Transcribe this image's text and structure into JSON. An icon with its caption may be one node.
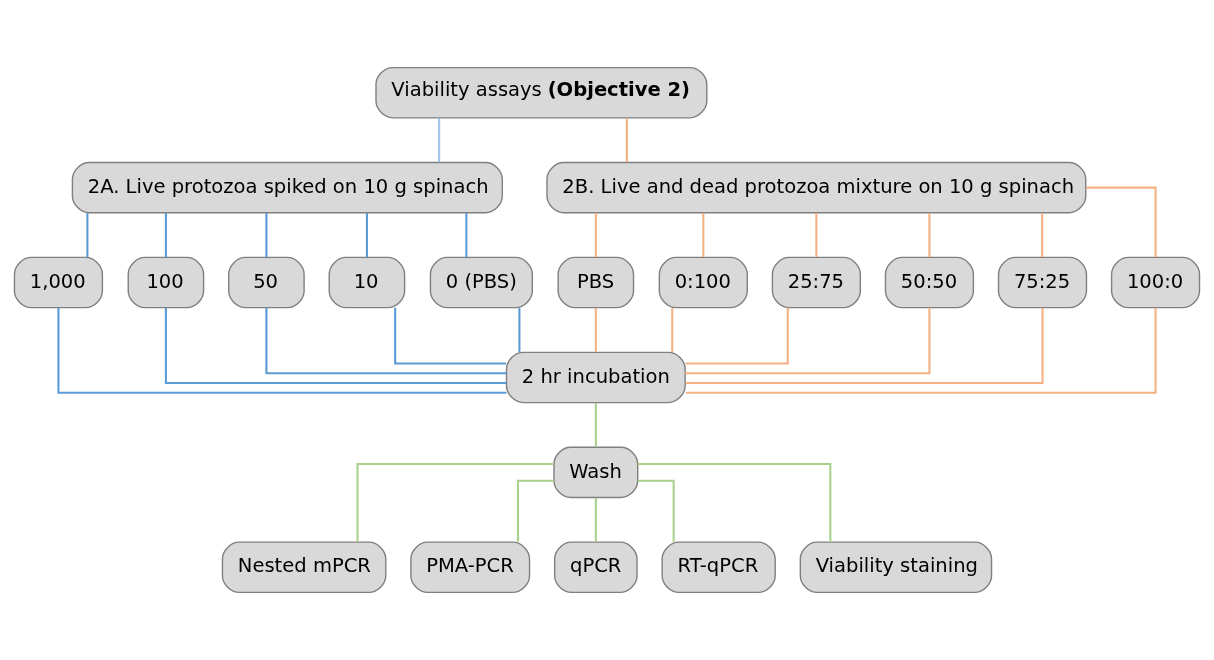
{
  "diagram": {
    "nodes": [
      {
        "text": [
          "Viability assays **(Objective 2)**"
        ]
      },
      {
        "text": [
          "2A. Live protozoa spiked on 10 g spinach"
        ]
      },
      {
        "text": [
          "2B. Live and dead protozoa mixture on 10 g spinach"
        ]
      },
      {
        "text": [
          "1,000"
        ]
      },
      {
        "text": [
          "100"
        ]
      },
      {
        "text": [
          "50"
        ]
      },
      {
        "text": [
          "10"
        ]
      },
      {
        "text": [
          "0 (PBS)"
        ]
      },
      {
        "text": [
          "PBS"
        ]
      },
      {
        "text": [
          "0:100"
        ]
      },
      {
        "text": [
          "25:75"
        ]
      },
      {
        "text": [
          "50:50"
        ]
      },
      {
        "text": [
          "75:25"
        ]
      },
      {
        "text": [
          "100:0"
        ]
      },
      {
        "text": [
          "2 hr incubation"
        ]
      },
      {
        "text": [
          "Wash"
        ]
      },
      {
        "text": [
          "Nested mPCR"
        ]
      },
      {
        "text": [
          "PMA-PCR"
        ]
      },
      {
        "text": [
          "qPCR"
        ]
      },
      {
        "text": [
          "RT-qPCR"
        ]
      },
      {
        "text": [
          "Viability staining"
        ]
      }
    ],
    "edges": [
      {
        "from": 0,
        "to": 1,
        "arrow": "none",
        "color": "#9dc3e6"
      },
      {
        "from": 0,
        "to": 2,
        "arrow": "none",
        "color": "#f4b183"
      },
      {
        "from": 1,
        "to": 3,
        "arrow": "none",
        "color": "#5b9bd5"
      },
      {
        "from": 1,
        "to": 4,
        "arrow": "none",
        "color": "#5b9bd5"
      },
      {
        "from": 1,
        "to": 5,
        "arrow": "none",
        "color": "#5b9bd5"
      },
      {
        "from": 1,
        "to": 6,
        "arrow": "none",
        "color": "#5b9bd5"
      },
      {
        "from": 1,
        "to": 7,
        "arrow": "none",
        "color": "#5b9bd5"
      },
      {
        "from": 2,
        "to": 8,
        "arrow": "none",
        "color": "#f4b183"
      },
      {
        "from": 2,
        "to": 9,
        "arrow": "none",
        "color": "#f4b183"
      },
      {
        "from": 2,
        "to": 10,
        "arrow": "none",
        "color": "#f4b183"
      },
      {
        "from": 2,
        "to": 11,
        "arrow": "none",
        "color": "#f4b183"
      },
      {
        "from": 2,
        "to": 12,
        "arrow": "none",
        "color": "#f4b183"
      },
      {
        "from": 2,
        "to": 13,
        "arrow": "none",
        "color": "#f4b183"
      },
      {
        "from": 3,
        "to": 14,
        "arrow": "none",
        "color": "#5b9bd5"
      },
      {
        "from": 4,
        "to": 14,
        "arrow": "none",
        "color": "#5b9bd5"
      },
      {
        "from": 5,
        "to": 14,
        "arrow": "none",
        "color": "#5b9bd5"
      },
      {
        "from": 6,
        "to": 14,
        "arrow": "none",
        "color": "#5b9bd5"
      },
      {
        "from": 7,
        "to": 14,
        "arrow": "none",
        "color": "#5b9bd5"
      },
      {
        "from": 8,
        "to": 14,
        "arrow": "none",
        "color": "#f4b183"
      },
      {
        "from": 9,
        "to": 14,
        "arrow": "none",
        "color": "#f4b183"
      },
      {
        "from": 10,
        "to": 14,
        "arrow": "none",
        "color": "#f4b183"
      },
      {
        "from": 11,
        "to": 14,
        "arrow": "none",
        "color": "#f4b183"
      },
      {
        "from": 12,
        "to": 14,
        "arrow": "none",
        "color": "#f4b183"
      },
      {
        "from": 13,
        "to": 14,
        "arrow": "none",
        "color": "#f4b183"
      },
      {
        "from": 14,
        "to": 15,
        "arrow": "none",
        "color": "#a9d18e"
      },
      {
        "from": 15,
        "to": 16,
        "arrow": "none",
        "color": "#a9d18e"
      },
      {
        "from": 15,
        "to": 17,
        "arrow": "none",
        "color": "#a9d18e"
      },
      {
        "from": 15,
        "to": 18,
        "arrow": "none",
        "color": "#a9d18e"
      },
      {
        "from": 15,
        "to": 19,
        "arrow": "none",
        "color": "#a9d18e"
      },
      {
        "from": 15,
        "to": 20,
        "arrow": "none",
        "color": "#a9d18e"
      }
    ]
  }
}
